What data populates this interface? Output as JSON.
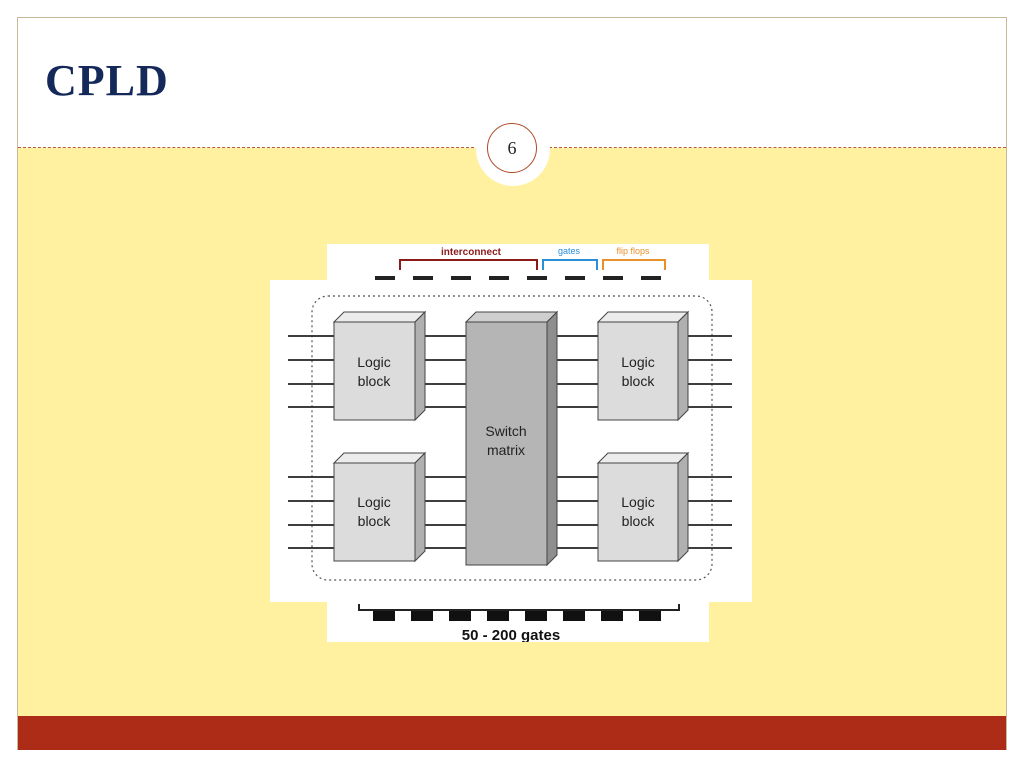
{
  "slide": {
    "title": "CPLD",
    "page_number": "6"
  },
  "diagram": {
    "top_legend": {
      "interconnect": "interconnect",
      "gates": "gates",
      "flip_flops": "flip flops"
    },
    "switch_matrix": {
      "line1": "Switch",
      "line2": "matrix"
    },
    "logic_blocks": [
      {
        "line1": "Logic",
        "line2": "block"
      },
      {
        "line1": "Logic",
        "line2": "block"
      },
      {
        "line1": "Logic",
        "line2": "block"
      },
      {
        "line1": "Logic",
        "line2": "block"
      }
    ],
    "bottom_label": "50 - 200 gates"
  },
  "colors": {
    "title": "#14285a",
    "content_background": "#fff1a0",
    "footer_bar": "#ad2c17",
    "interconnect_bracket": "#8b1a1a",
    "gates_bracket": "#2a8fd6",
    "flip_flops_bracket": "#e8902a"
  }
}
